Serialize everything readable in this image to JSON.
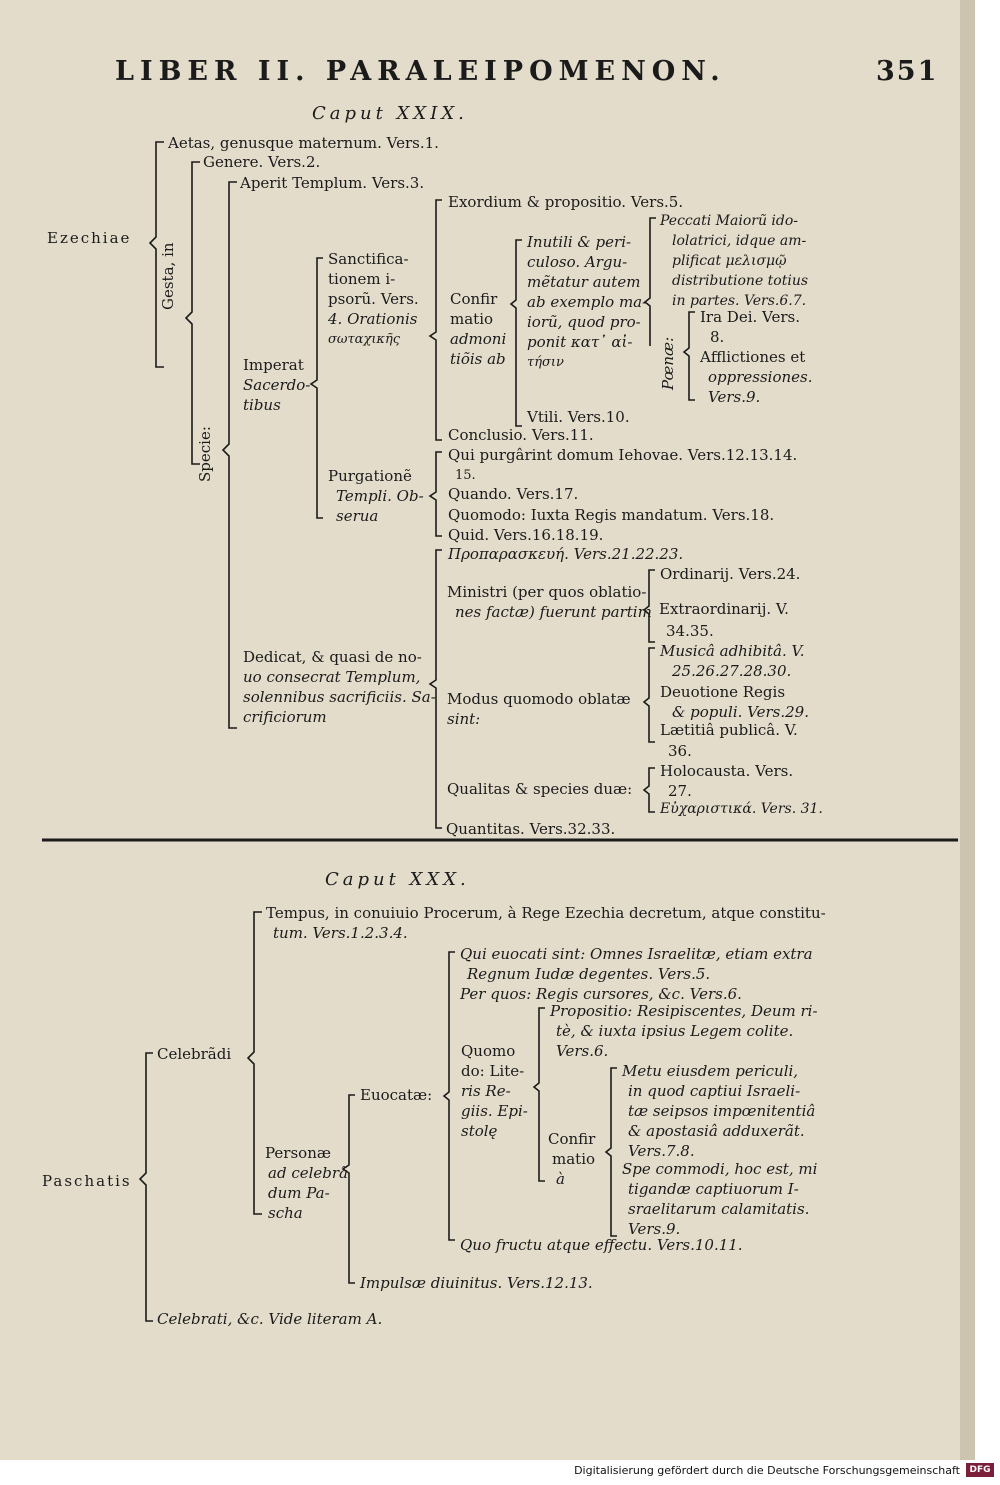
{
  "header": {
    "title": "LIBER II. PARALEIPOMENON.",
    "page_number": "351"
  },
  "chapter1": {
    "caput": "Caput XXIX.",
    "root": "Ezechiae",
    "aetas": "Aetas, genusque maternum. Vers.1.",
    "gesta": "Gesta, in",
    "genere": "Genere. Vers.2.",
    "specie": "Specie:",
    "aperit": "Aperit Templum. Vers.3.",
    "imperat": [
      "Imperat",
      "Sacerdo-",
      "tibus"
    ],
    "sanct": [
      "Sanctifica-",
      "tionem i-",
      "psorũ. Vers.",
      "4. Orationis",
      "σωταχικῆς"
    ],
    "exordium": "Exordium & propositio. Vers.5.",
    "confir": [
      "Confir",
      "matio",
      "admoni",
      "tiõis ab"
    ],
    "inutili": [
      "Inutili & peri-",
      "culoso. Argu-",
      "mẽtatur autem",
      "ab exemplo ma-",
      "iorũ, quod pro-",
      "ponit κατ᾽ αἰ-",
      "τήσιν"
    ],
    "poenae_label": "Pœnæ:",
    "peccati": [
      "Peccati Maiorũ ido-",
      "lolatrici, idque am-",
      "plificat μελισμῷ",
      "distributione totius",
      "in partes. Vers.6.7."
    ],
    "ira": [
      "Ira Dei. Vers.",
      "8."
    ],
    "afflict": [
      "Afflictiones et",
      "oppressiones.",
      "Vers.9."
    ],
    "utili": "Vtili. Vers.10.",
    "conclusio": "Conclusio. Vers.11.",
    "purgatione": [
      "Purgationẽ",
      "Templi. Ob-",
      "serua"
    ],
    "qui": [
      "Qui purgârint domum Iehovae. Vers.12.13.14.",
      "15."
    ],
    "quando": "Quando. Vers.17.",
    "quomodo": "Quomodo: Iuxta Regis mandatum. Vers.18.",
    "quid": "Quid. Vers.16.18.19.",
    "dedicat": [
      "Dedicat, & quasi de no-",
      "uo consecrat Templum,",
      "solennibus sacrificiis. Sa-",
      "crificiorum"
    ],
    "prop": "Προπαρασκευή. Vers.21.22.23.",
    "ministri": [
      "Ministri (per quos oblatio-",
      "nes factæ) fuerunt partim"
    ],
    "ordinarij": "Ordinarij. Vers.24.",
    "extra": [
      "Extraordinarij. V.",
      "34.35."
    ],
    "modus": [
      "Modus quomodo oblatæ",
      "sint:"
    ],
    "musica": [
      "Musicâ adhibitâ. V.",
      "25.26.27.28.30."
    ],
    "deuotione": [
      "Deuotione Regis",
      "& populi. Vers.29."
    ],
    "laetitia": [
      "Lætitiâ publicâ. V.",
      "36."
    ],
    "qualitas": "Qualitas & species duæ:",
    "holocausta": [
      "Holocausta. Vers.",
      "27."
    ],
    "eucharist": "Εὐχαριστικά. Vers. 31.",
    "quantitas": "Quantitas. Vers.32.33."
  },
  "chapter2": {
    "caput": "Caput XXX.",
    "root": "Paschatis",
    "tempus": [
      "Tempus, in conuiuio Procerum, à Rege Ezechia decretum, atque constitu-",
      "tum. Vers.1.2.3.4."
    ],
    "celebrandi": "Celebrãdi",
    "personae": [
      "Personæ",
      "ad celebrã",
      "dum Pa-",
      "scha"
    ],
    "euocatae": "Euocatæ:",
    "qui_euocati": [
      "Qui euocati sint: Omnes Israelitæ, etiam extra",
      "Regnum Iudæ degentes. Vers.5."
    ],
    "per_quos": "Per quos: Regis cursores, &c. Vers.6.",
    "quomodo": [
      "Quomo",
      "do: Lite-",
      "ris Re-",
      "giis. Epi-",
      "stolę"
    ],
    "propositio": [
      "Propositio: Resipiscentes, Deum ri-",
      "tè, & iuxta ipsius Legem colite.",
      "Vers.6."
    ],
    "confir": [
      "Confir",
      "matio",
      "à"
    ],
    "metu": [
      "Metu eiusdem periculi,",
      "in quod captiui Israeli-",
      "tæ seipsos impœnitentiâ",
      "& apostasiâ adduxerãt.",
      "Vers.7.8."
    ],
    "spe": [
      "Spe commodi, hoc est, mi",
      "tigandæ captiuorum I-",
      "sraelitarum calamitatis.",
      "Vers.9."
    ],
    "quo_fructu": "Quo fructu atque effectu. Vers.10.11.",
    "impulsae": "Impulsæ diuinitus. Vers.12.13.",
    "celebrati": "Celebrati, &c. Vide literam A."
  },
  "footer": {
    "text": "Digitalisierung gefördert durch die Deutsche Forschungsgemeinschaft",
    "logo": "DFG"
  }
}
